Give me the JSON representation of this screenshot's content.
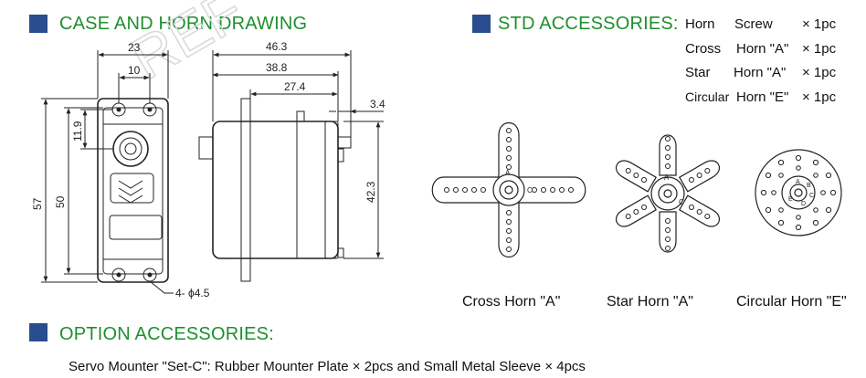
{
  "sections": {
    "case_heading": "CASE AND HORN DRAWING",
    "std_heading": "STD ACCESSORIES:",
    "option_heading": "OPTION ACCESSORIES:"
  },
  "std_accessories": [
    {
      "col1": "Horn",
      "col2": "Screw",
      "col3": "× 1pc"
    },
    {
      "col1": "Cross",
      "col2": "Horn  \"A\"",
      "col3": "× 1pc"
    },
    {
      "col1": "Star",
      "col2": "Horn  \"A\"",
      "col3": "× 1pc"
    },
    {
      "col1": "Circular",
      "col2": "Horn  \"E\"",
      "col3": "× 1pc"
    }
  ],
  "dimensions": {
    "top_width": "23",
    "hole_spacing": "10",
    "overall_length": "46.3",
    "length_2": "38.8",
    "length_3": "27.4",
    "spline_offset": "3.4",
    "horn_offset": "11.9",
    "total_height": "57",
    "body_height": "50",
    "side_height": "42.3",
    "holes": "4-  ϕ4.5"
  },
  "horn_labels": {
    "cross": "Cross Horn \"A\"",
    "star": "Star Horn \"A\"",
    "circular": "Circular Horn \"E\""
  },
  "horn_letters": {
    "cross": [
      "A",
      "C"
    ],
    "star": [
      "A",
      "C"
    ],
    "circular": [
      "A",
      "B",
      "C",
      "D",
      "E"
    ]
  },
  "option_accessories": "Servo Mounter \"Set-C\":  Rubber Mounter Plate × 2pcs and Small Metal Sleeve × 4pcs",
  "watermark": "REF",
  "colors": {
    "heading": "#1f8f2f",
    "square": "#2a4d8f"
  }
}
